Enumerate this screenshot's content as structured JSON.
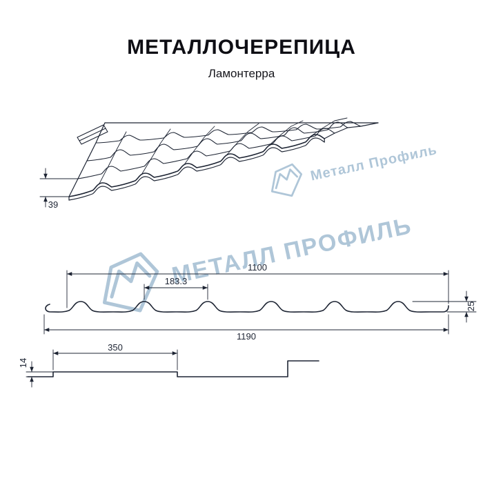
{
  "title": "МЕТАЛЛОЧЕРЕПИЦА",
  "subtitle": "Ламонтерра",
  "watermark": {
    "small_text": "Металл Профиль",
    "large_text": "МЕТАЛЛ ПРОФИЛЬ",
    "color": "#afc6d8"
  },
  "dimensions": {
    "perspective_step_height": "39",
    "cover_width": "1100",
    "wave_pitch": "183.3",
    "profile_height": "25",
    "full_width": "1190",
    "module_length": "350",
    "step_height": "14"
  },
  "drawing": {
    "line_color": "#1d2433"
  }
}
